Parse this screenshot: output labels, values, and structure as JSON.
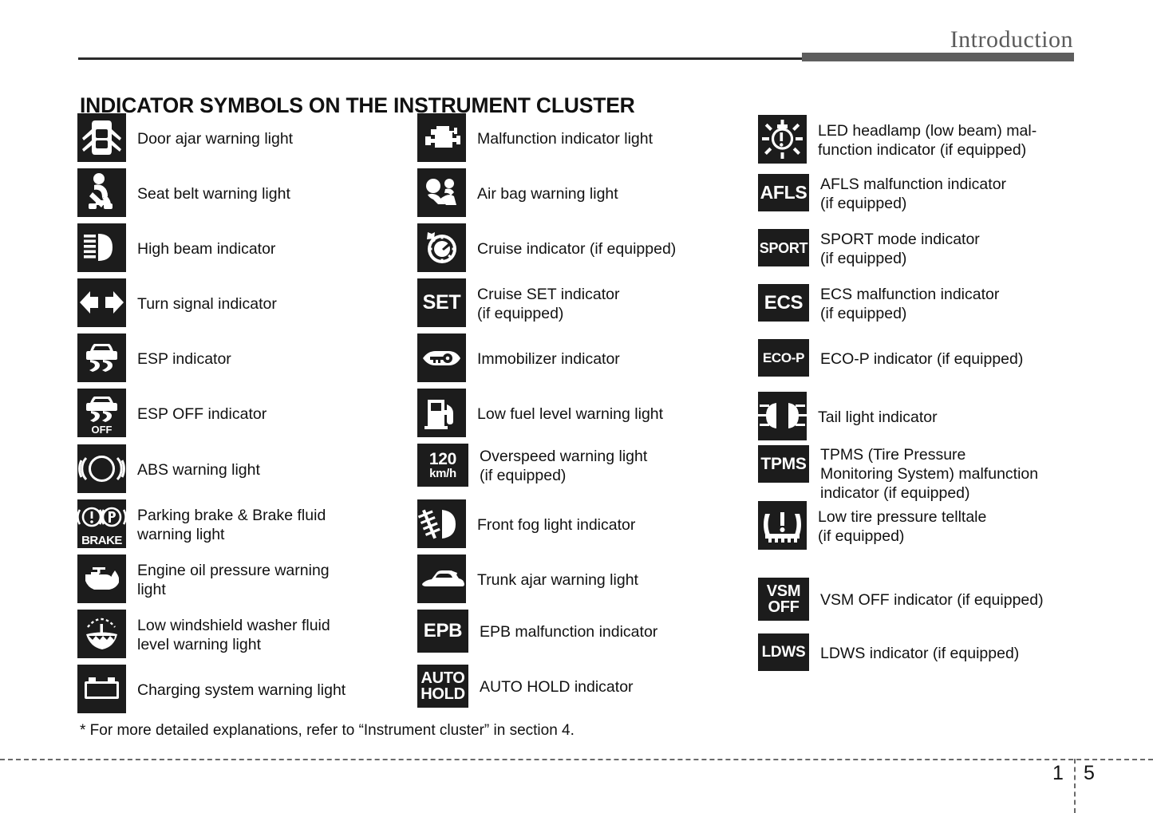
{
  "header": {
    "section_title": "Introduction"
  },
  "page_title": "INDICATOR SYMBOLS ON THE INSTRUMENT CLUSTER",
  "footnote": "* For more detailed explanations, refer to “Instrument cluster” in section 4.",
  "footer": {
    "chapter_number": "1",
    "page_number": "5"
  },
  "colors": {
    "icon_background": "#1c1c1c",
    "icon_foreground": "#ffffff",
    "header_bar": "#5e5e5e",
    "header_rule": "#2b2b2b",
    "text": "#111111"
  },
  "columns": [
    {
      "id": "column-1",
      "rows": [
        {
          "icon": "door-ajar-icon",
          "icon_text": "",
          "label": "Door ajar warning light"
        },
        {
          "icon": "seat-belt-icon",
          "icon_text": "",
          "label": "Seat belt warning light"
        },
        {
          "icon": "high-beam-icon",
          "icon_text": "",
          "label": "High beam indicator"
        },
        {
          "icon": "turn-signal-icon",
          "icon_text": "",
          "label": "Turn signal indicator"
        },
        {
          "icon": "esp-icon",
          "icon_text": "",
          "label": "ESP indicator"
        },
        {
          "icon": "esp-off-icon",
          "icon_text": "OFF",
          "label": " ESP OFF indicator"
        },
        {
          "icon": "abs-icon",
          "icon_text": "ABS",
          "label": "ABS warning light"
        },
        {
          "icon": "parking-brake-icon",
          "icon_text": "BRAKE",
          "label": "Parking brake & Brake fluid\nwarning light"
        },
        {
          "icon": "engine-oil-pressure-icon",
          "icon_text": "",
          "label": "Engine oil pressure warning\nlight"
        },
        {
          "icon": "washer-fluid-icon",
          "icon_text": "",
          "label": "Low windshield washer fluid\nlevel warning light"
        },
        {
          "icon": "charging-system-icon",
          "icon_text": "",
          "label": "Charging system warning light"
        }
      ]
    },
    {
      "id": "column-2",
      "rows": [
        {
          "icon": "malfunction-engine-icon",
          "icon_text": "",
          "label": "Malfunction indicator light"
        },
        {
          "icon": "air-bag-icon",
          "icon_text": "",
          "label": "Air bag warning light"
        },
        {
          "icon": "cruise-icon",
          "icon_text": "",
          "label": "Cruise indicator (if equipped)"
        },
        {
          "icon": "cruise-set-icon",
          "icon_text": "SET",
          "label": "Cruise SET indicator\n(if equipped)"
        },
        {
          "icon": "immobilizer-icon",
          "icon_text": "",
          "label": "Immobilizer indicator"
        },
        {
          "icon": "low-fuel-icon",
          "icon_text": "",
          "label": "Low fuel level warning light"
        },
        {
          "icon": "overspeed-icon",
          "icon_text": "120 km/h",
          "label": "Overspeed warning light\n(if equipped)"
        },
        {
          "icon": "front-fog-light-icon",
          "icon_text": "",
          "label": "Front fog light indicator"
        },
        {
          "icon": "trunk-ajar-icon",
          "icon_text": "",
          "label": "Trunk ajar warning light"
        },
        {
          "icon": "epb-icon",
          "icon_text": "EPB",
          "label": "EPB malfunction indicator"
        },
        {
          "icon": "auto-hold-icon",
          "icon_text": "AUTO HOLD",
          "label": "AUTO HOLD indicator"
        }
      ]
    },
    {
      "id": "column-3",
      "rows": [
        {
          "icon": "led-headlamp-icon",
          "icon_text": "",
          "label": "LED headlamp (low beam) mal-\nfunction indicator (if equipped)"
        },
        {
          "icon": "afls-icon",
          "icon_text": "AFLS",
          "label": "AFLS malfunction indicator\n(if equipped)"
        },
        {
          "icon": "sport-mode-icon",
          "icon_text": "SPORT",
          "label": "SPORT mode indicator\n(if equipped)"
        },
        {
          "icon": "ecs-icon",
          "icon_text": "ECS",
          "label": "ECS malfunction indicator\n(if equipped)"
        },
        {
          "icon": "eco-p-icon",
          "icon_text": "ECO-P",
          "label": "ECO-P indicator (if equipped)"
        },
        {
          "icon": "tail-light-icon",
          "icon_text": "",
          "label": "Tail light indicator"
        },
        {
          "icon": "tpms-icon",
          "icon_text": "TPMS",
          "label": "TPMS (Tire Pressure\nMonitoring System) malfunction\nindicator (if equipped)"
        },
        {
          "icon": "low-tire-pressure-icon",
          "icon_text": "",
          "label": "Low tire pressure telltale\n(if equipped)"
        },
        {
          "icon": "vsm-off-icon",
          "icon_text": "VSM OFF",
          "label": "VSM OFF indicator (if equipped)"
        },
        {
          "icon": "ldws-icon",
          "icon_text": "LDWS",
          "label": "LDWS indicator (if equipped)"
        }
      ]
    }
  ]
}
